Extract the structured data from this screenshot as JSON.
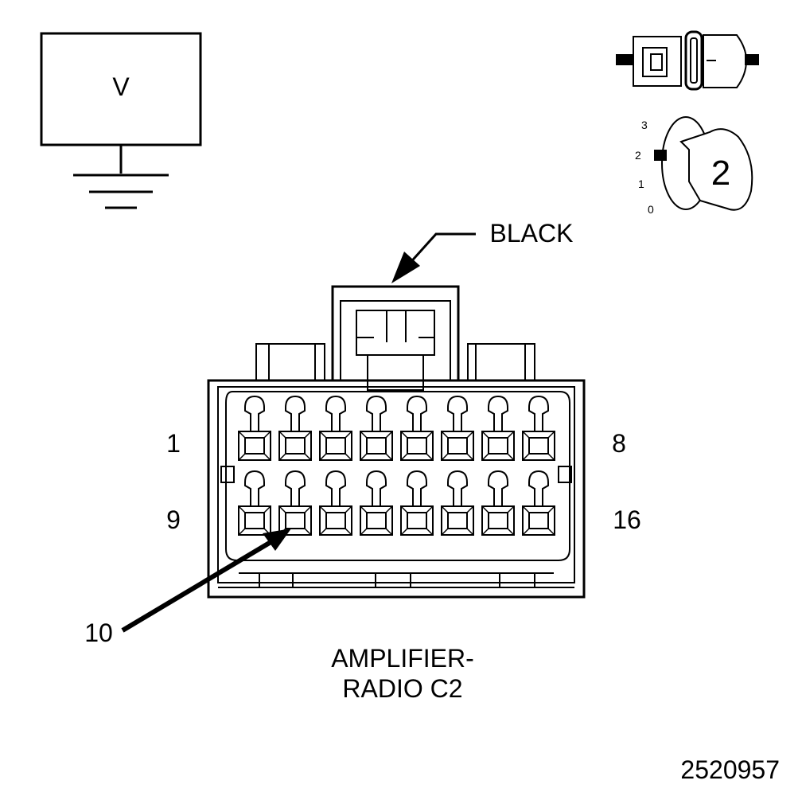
{
  "meter": {
    "label": "V"
  },
  "key_icon": {
    "positions": [
      "3",
      "2",
      "1",
      "0"
    ],
    "number": "2"
  },
  "connector": {
    "color_label": "BLACK",
    "pin_labels": {
      "top_left": "1",
      "top_right": "8",
      "bottom_left": "9",
      "bottom_right": "16"
    },
    "callout_pin": "10",
    "pins_per_row": 8,
    "rows": 2,
    "name_line1": "AMPLIFIER-",
    "name_line2": "RADIO C2"
  },
  "figure_id": "2520957"
}
